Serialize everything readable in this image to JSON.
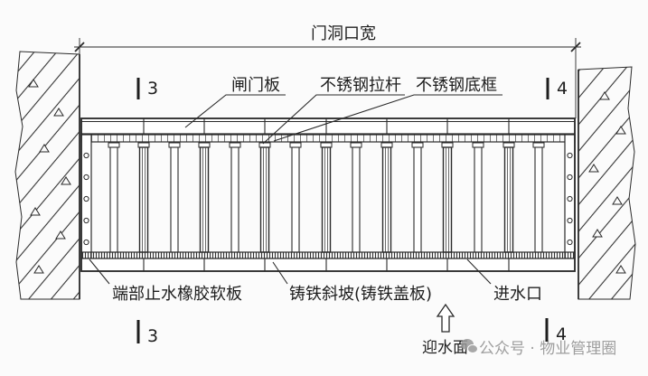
{
  "diagram": {
    "dimension": {
      "label": "门洞口宽"
    },
    "section_marks": {
      "top_left": "3",
      "top_right": "4",
      "bottom_left": "3",
      "bottom_right": "4"
    },
    "labels": {
      "gate_panel": "闸门板",
      "tie_rod": "不锈钢拉杆",
      "bottom_frame": "不锈钢底框",
      "end_seal": "端部止水橡胶软板",
      "cast_iron_ramp": "铸铁斜坡(铸铁盖板)",
      "water_inlet": "进水口",
      "upstream_face": "迎水面"
    },
    "icons": {
      "flow_direction": "up-arrow-icon",
      "watermark": "wechat-icon"
    },
    "colors": {
      "line": "#2a2a2a",
      "background": "#fbfbfb",
      "watermark": "#8e8e8e"
    }
  },
  "watermark": {
    "text": "公众号 · 物业管理圈"
  }
}
